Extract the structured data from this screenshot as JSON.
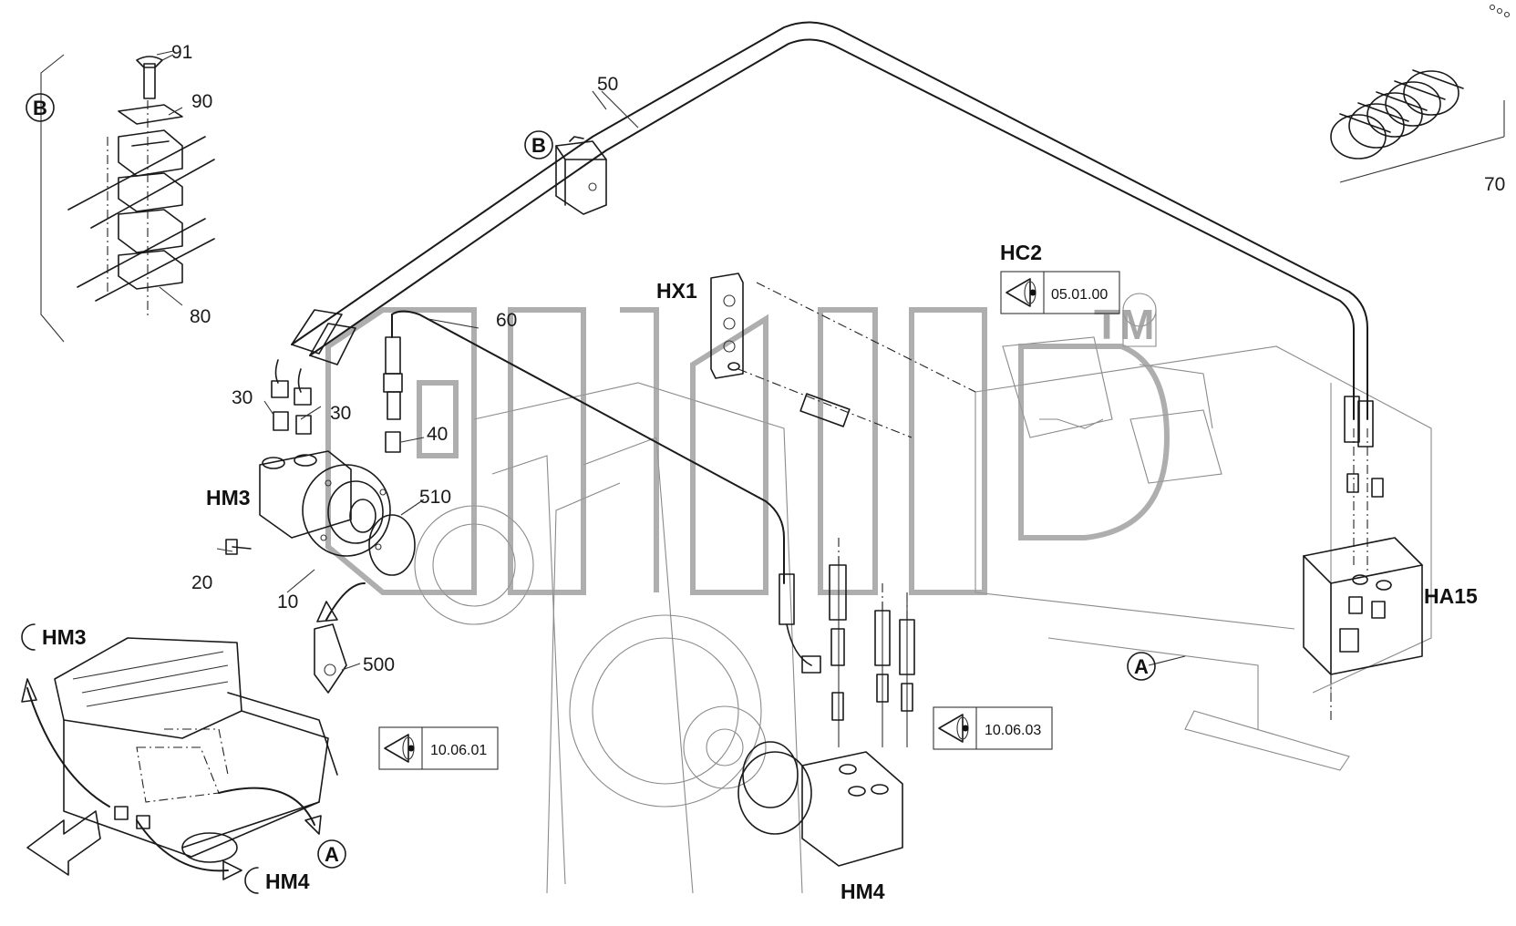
{
  "labels": {
    "hm3": "HM3",
    "hm4": "HM4",
    "hx1": "HX1",
    "hc2": "HC2",
    "ha15": "HA15"
  },
  "inset_labels": {
    "hm3": "HM3",
    "hm4": "HM4"
  },
  "view_markers": {
    "a": "A",
    "b": "B"
  },
  "part_numbers": {
    "p91": "91",
    "p90": "90",
    "p80": "80",
    "p50": "50",
    "p60": "60",
    "p70": "70",
    "p30a": "30",
    "p30b": "30",
    "p40": "40",
    "p510": "510",
    "p20": "20",
    "p10": "10",
    "p500": "500"
  },
  "references": {
    "hc2_ref": "05.01.00",
    "left_ref": "10.06.01",
    "right_ref": "10.06.03"
  },
  "watermark": {
    "trademark": "TM"
  },
  "icons": [
    "eye-icon",
    "direction-arrow-icon"
  ]
}
